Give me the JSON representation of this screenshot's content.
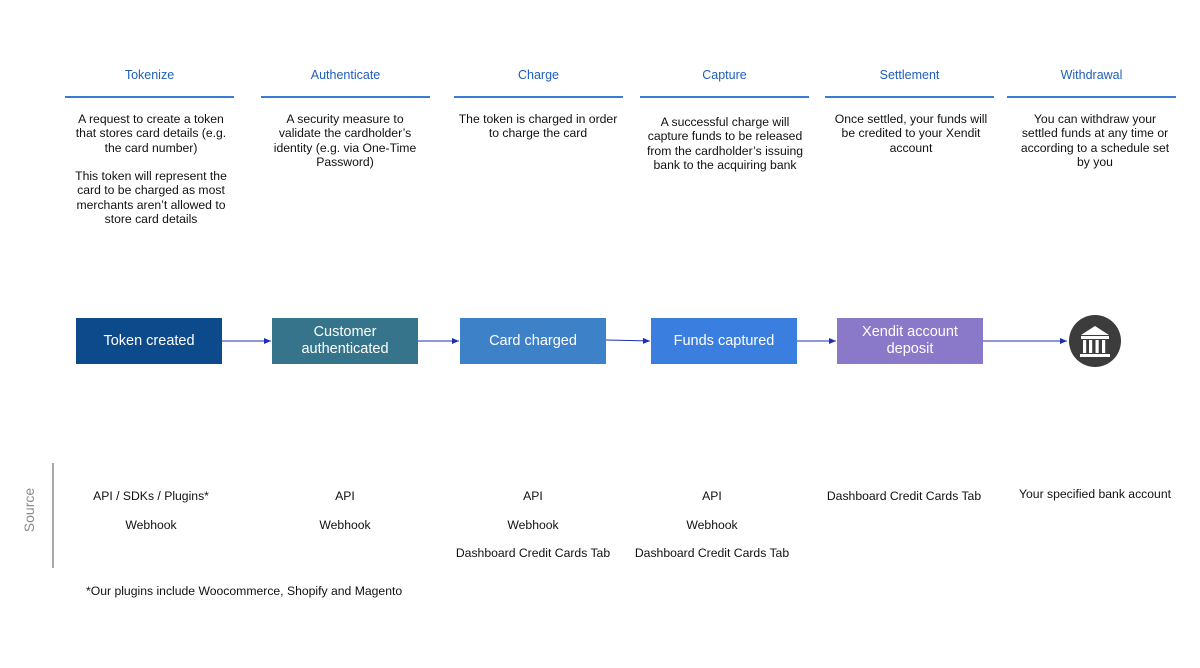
{
  "stages": [
    {
      "title": "Tokenize",
      "description": [
        "A request to create a token",
        "that stores card details (e.g.",
        "the card number)",
        "",
        "This token will represent the",
        "card to be charged as most",
        "merchants aren’t allowed to",
        "store card details"
      ],
      "box": {
        "label": [
          "Token created"
        ],
        "color": "#0c4a8c"
      },
      "sources": [
        "API / SDKs / Plugins*",
        "Webhook"
      ]
    },
    {
      "title": "Authenticate",
      "description": [
        "A security measure to",
        "validate the cardholder’s",
        "identity (e.g. via One-Time",
        "Password)"
      ],
      "box": {
        "label": [
          "Customer",
          "authenticated"
        ],
        "color": "#35748a"
      },
      "sources": [
        "API",
        "Webhook"
      ]
    },
    {
      "title": "Charge",
      "description": [
        "The token is charged in order",
        "to charge the card"
      ],
      "box": {
        "label": [
          "Card charged"
        ],
        "color": "#3d82c8"
      },
      "sources": [
        "API",
        "Webhook",
        "Dashboard Credit Cards Tab"
      ]
    },
    {
      "title": "Capture",
      "description": [
        "A successful charge will",
        "capture funds to be released",
        "from the cardholder’s issuing",
        "bank to the acquiring bank"
      ],
      "box": {
        "label": [
          "Funds captured"
        ],
        "color": "#3a7ee0"
      },
      "sources": [
        "API",
        "Webhook",
        "Dashboard Credit Cards Tab"
      ]
    },
    {
      "title": "Settlement",
      "description": [
        "Once settled, your funds will",
        "be credited to your Xendit",
        "account"
      ],
      "box": {
        "label": [
          "Xendit account",
          "deposit"
        ],
        "color": "#8a78c8"
      },
      "sources": [
        "Dashboard Credit Cards Tab"
      ]
    },
    {
      "title": "Withdrawal",
      "description": [
        "You can withdraw your",
        "settled funds at any time or",
        "according to a schedule set",
        "by you"
      ],
      "box": null,
      "icon": "bank-icon",
      "sources": [
        "Your specified bank account"
      ]
    }
  ],
  "source_label": "Source",
  "footnote": "*Our plugins include Woocommerce, Shopify and Magento",
  "colors": {
    "title": "#1f5fb8",
    "rule": "#3b7bd8",
    "arrow": "#1c2fb4",
    "icon_bg": "#3c3c3c"
  }
}
